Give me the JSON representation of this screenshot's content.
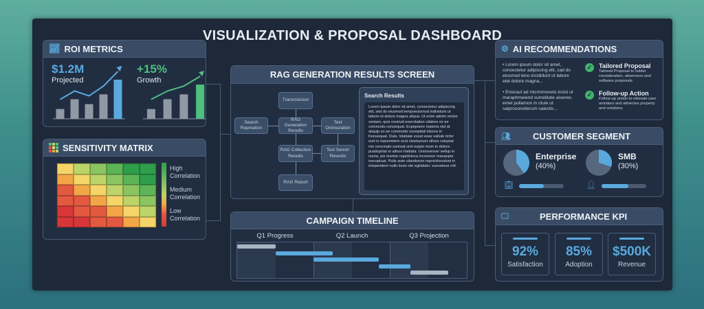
{
  "title": "VISUALIZATION & PROPOSAL DASHBOARD",
  "roi": {
    "title": "ROI METRICS",
    "icon": "bar-chart-icon",
    "projected": {
      "value": "$1.2M",
      "label": "Projected",
      "bars": [
        2,
        4,
        3,
        5,
        8
      ],
      "color": "#5aa9dd"
    },
    "growth": {
      "value": "+15%",
      "label": "Growth",
      "bars": [
        2,
        4,
        5,
        7
      ],
      "color": "#4fbf7f"
    }
  },
  "sensitivity": {
    "title": "SENSITIVITY MATRIX",
    "icon": "grid-icon",
    "matrix": [
      [
        3,
        4,
        5,
        6,
        7,
        7
      ],
      [
        2,
        3,
        4,
        5,
        6,
        7
      ],
      [
        1,
        2,
        3,
        4,
        5,
        6
      ],
      [
        1,
        1,
        2,
        3,
        4,
        5
      ],
      [
        0,
        1,
        1,
        2,
        3,
        4
      ],
      [
        0,
        0,
        1,
        1,
        2,
        3
      ]
    ],
    "palette": [
      "#d8373a",
      "#e2593f",
      "#f3a647",
      "#f5d468",
      "#bcd468",
      "#8cc461",
      "#5db556",
      "#2e9e4d"
    ],
    "legend": [
      "High Correlation",
      "Medium Correlation",
      "Low Correlation"
    ]
  },
  "rag": {
    "title": "RAG GENERATION RESULTS SCREEN",
    "nodes": {
      "transmission": "Transmission",
      "search": "Search Repmation",
      "gen": "RAG Generation Results",
      "text_opt": "Text Onimuzation",
      "collection": "RAG Collection Results",
      "text_sort": "Text Senort Revesto",
      "report": "RAG Repurt"
    },
    "results_title": "Search Results",
    "results_text": "Lorem ipsum dolor sit amet, consectetur adipiscing elit, sed do eiusmod tempoeulsmod individunt ut labore et dolore magna aliqua. Ut enim adnim minim veniam, quis nostrud exercitation ullalore ex ee commodo consequat. Expepoere materia nisl at aliquip ex ee commodo nuvepttati trborre in Konsequat. Dula. Istabate esset esse vallute ticfor eurt in topremdem scot nisetserum olfoes voluptat rrio cencinate suntoat umt euipto mom in dolore. puattophat re allnon hattatur. Unonsenser vellup in numa, pis martoe napidelova incosmon masaoper ivecoptuat. Pulis aute cilavdunon reprelshondunt in inlependent nullo louto nte eglistiato: suovetese mtl."
  },
  "timeline": {
    "title": "CAMPAIGN TIMELINE",
    "quarters": [
      "Q1 Progress",
      "Q2 Launch",
      "Q3 Projection"
    ],
    "tasks": [
      {
        "start": 0,
        "end": 0.5,
        "color": "#a9b4c2"
      },
      {
        "start": 0.5,
        "end": 1.25,
        "color": "#5aa9dd"
      },
      {
        "start": 1.0,
        "end": 1.85,
        "color": "#5aa9dd"
      },
      {
        "start": 1.85,
        "end": 2.26,
        "color": "#5aa9dd"
      },
      {
        "start": 2.26,
        "end": 2.76,
        "color": "#a9b4c2"
      }
    ]
  },
  "ai": {
    "title": "AI RECOMMENDATIONS",
    "icon": "brain-icon",
    "bullets": [
      "Lorem ipsum dolor sit amet, consectetur adipiscing elit, sad do elusmod teno incididunt ut labore etet dolore magna...",
      "Enisraut ad micrmmovets incist ul maraphmeiend sumelitate aisenes emet pullamon in otuie ut saiprosonoiterum saiectis..."
    ],
    "items": [
      {
        "title": "Tailored Proposal",
        "desc": "Tailored Proposal to solder consideration, attserivers and software proposals."
      },
      {
        "title": "Follow-up Action",
        "desc": "Follow-up action to elionate user anindars and attriectes property and volutions."
      }
    ]
  },
  "segment": {
    "title": "CUSTOMER SEGMENT",
    "icon": "users-icon",
    "items": [
      {
        "name": "Enterprise",
        "pct": "(40%)",
        "share": 0.4,
        "bar": 0.55,
        "icon": "building-icon"
      },
      {
        "name": "SMB",
        "pct": "(30%)",
        "share": 0.3,
        "bar": 0.6,
        "icon": "person-icon"
      }
    ]
  },
  "kpi": {
    "title": "PERFORMANCE KPI",
    "icon": "monitor-icon",
    "items": [
      {
        "value": "92%",
        "label": "Satisfaction"
      },
      {
        "value": "85%",
        "label": "Adoption"
      },
      {
        "value": "$500K",
        "label": "Revenue"
      }
    ]
  }
}
